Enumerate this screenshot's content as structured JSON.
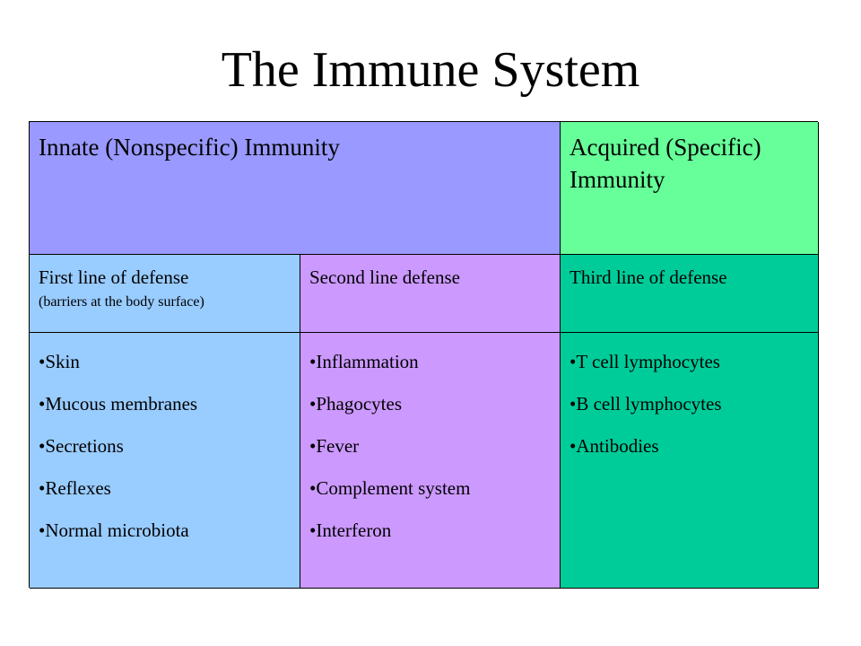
{
  "title": "The Immune System",
  "table": {
    "innate_header": "Innate (Nonspecific) Immunity",
    "acquired_header": "Acquired (Specific) Immunity",
    "first_line": {
      "label": "First line of defense",
      "note": "(barriers at the body surface)",
      "items": [
        "Skin",
        "Mucous membranes",
        "Secretions",
        "Reflexes",
        "Normal microbiota"
      ]
    },
    "second_line": {
      "label": "Second line defense",
      "items": [
        "Inflammation",
        "Phagocytes",
        "Fever",
        "Complement system",
        "Interferon"
      ]
    },
    "third_line": {
      "label": "Third line of defense",
      "items": [
        "T cell lymphocytes",
        "B cell lymphocytes",
        "Antibodies"
      ]
    }
  },
  "colors": {
    "innate_header": "#9999ff",
    "acquired_header": "#66ff99",
    "first_line": "#99ccff",
    "second_line": "#cc99ff",
    "third_line": "#00cc99"
  }
}
